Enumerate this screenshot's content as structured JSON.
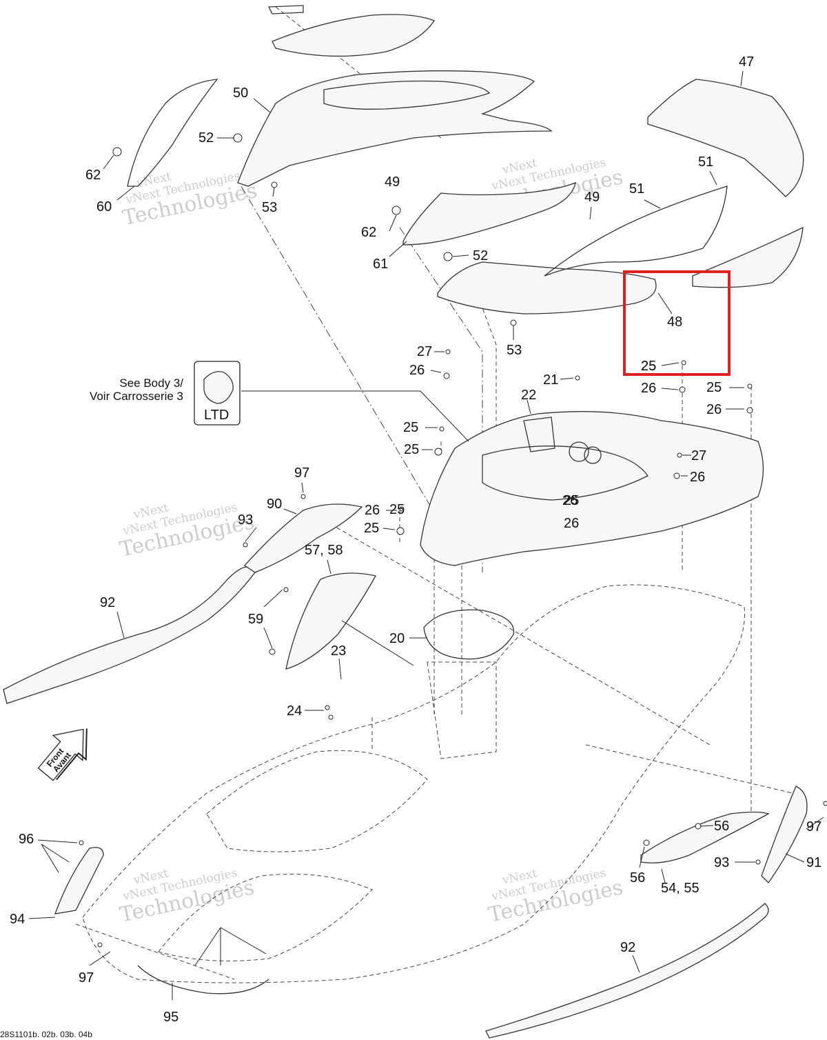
{
  "diagram": {
    "callouts": [
      "47",
      "50",
      "52",
      "62",
      "60",
      "53",
      "49",
      "51",
      "51",
      "49",
      "62",
      "61",
      "52",
      "53",
      "48",
      "27",
      "26",
      "25",
      "21",
      "22",
      "25",
      "26",
      "25",
      "26",
      "25",
      "26",
      "27",
      "26",
      "25",
      "25",
      "26",
      "25",
      "26",
      "97",
      "90",
      "93",
      "57, 58",
      "92",
      "59",
      "20",
      "23",
      "24",
      "96",
      "94",
      "97",
      "95",
      "56",
      "93",
      "56",
      "54, 55",
      "97",
      "91",
      "92",
      "25"
    ],
    "see_body_ref": "See Body 3/",
    "see_body_ref_fr": "Voir Carrosserie 3",
    "ltd_label": "LTD",
    "front_arrow_label": "Front",
    "front_arrow_label_fr": "Avant",
    "drawing_ref": "28S1101b. 02b. 03b. 04b",
    "watermark_line1": "vNext Technologies",
    "watermark_line2": "Technologies",
    "highlight_color": "#e01f1f"
  }
}
